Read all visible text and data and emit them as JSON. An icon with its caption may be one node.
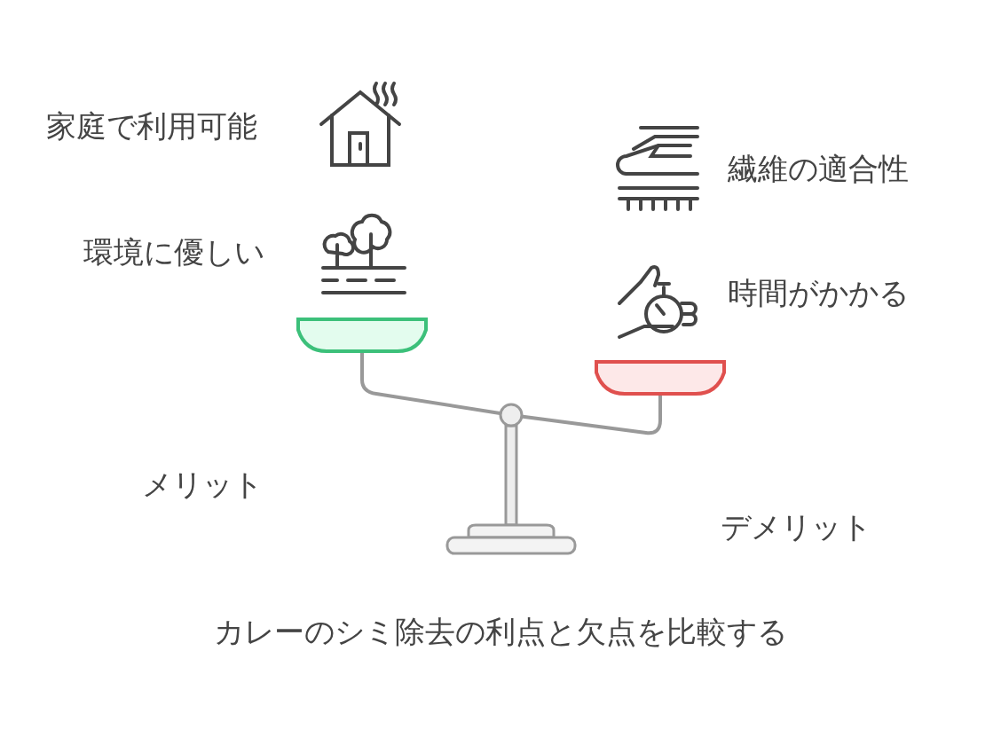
{
  "diagram": {
    "caption": "カレーのシミ除去の利点と欠点を比較する",
    "labels": [
      "家庭で利用可能",
      "繊維の適合性",
      "環境に優しい",
      "時間がかかる",
      "メリット",
      "デメリット"
    ]
  }
}
